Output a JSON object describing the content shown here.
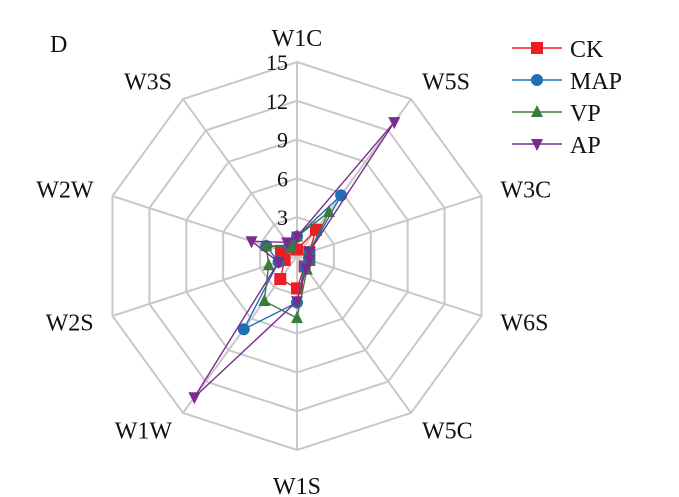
{
  "panel_label": "D",
  "chart_data": {
    "type": "radar",
    "axes": [
      "W1C",
      "W5S",
      "W3C",
      "W6S",
      "W5C",
      "W1S",
      "W1W",
      "W2S",
      "W2W",
      "W3S"
    ],
    "r_ticks": [
      0,
      3,
      6,
      9,
      12,
      15
    ],
    "r_tick_labels": [
      "0",
      "3",
      "6",
      "9",
      "12",
      "15"
    ],
    "rlim": [
      0,
      15
    ],
    "grid": true,
    "legend": "top-right",
    "series": [
      {
        "name": "CK",
        "color": "#ee1c24",
        "marker": "square",
        "values": [
          0.5,
          2.5,
          1,
          1,
          1,
          2.5,
          2.2,
          1,
          1.3,
          0.8
        ]
      },
      {
        "name": "MAP",
        "color": "#1f6fb4",
        "marker": "circle",
        "values": [
          1.5,
          5.8,
          1.0,
          1.0,
          1.0,
          3.6,
          7.0,
          1.5,
          2.5,
          1.0
        ]
      },
      {
        "name": "VP",
        "color": "#3c7a3c",
        "marker": "triangle-up",
        "values": [
          1.5,
          4.2,
          1.0,
          1.0,
          1.3,
          4.8,
          4.3,
          2.3,
          2.5,
          0.8
        ]
      },
      {
        "name": "AP",
        "color": "#7a2b8f",
        "marker": "triangle-down",
        "values": [
          1.5,
          12.8,
          1.0,
          1.0,
          1.2,
          3.5,
          13.5,
          1.5,
          3.7,
          1.3
        ]
      }
    ]
  }
}
